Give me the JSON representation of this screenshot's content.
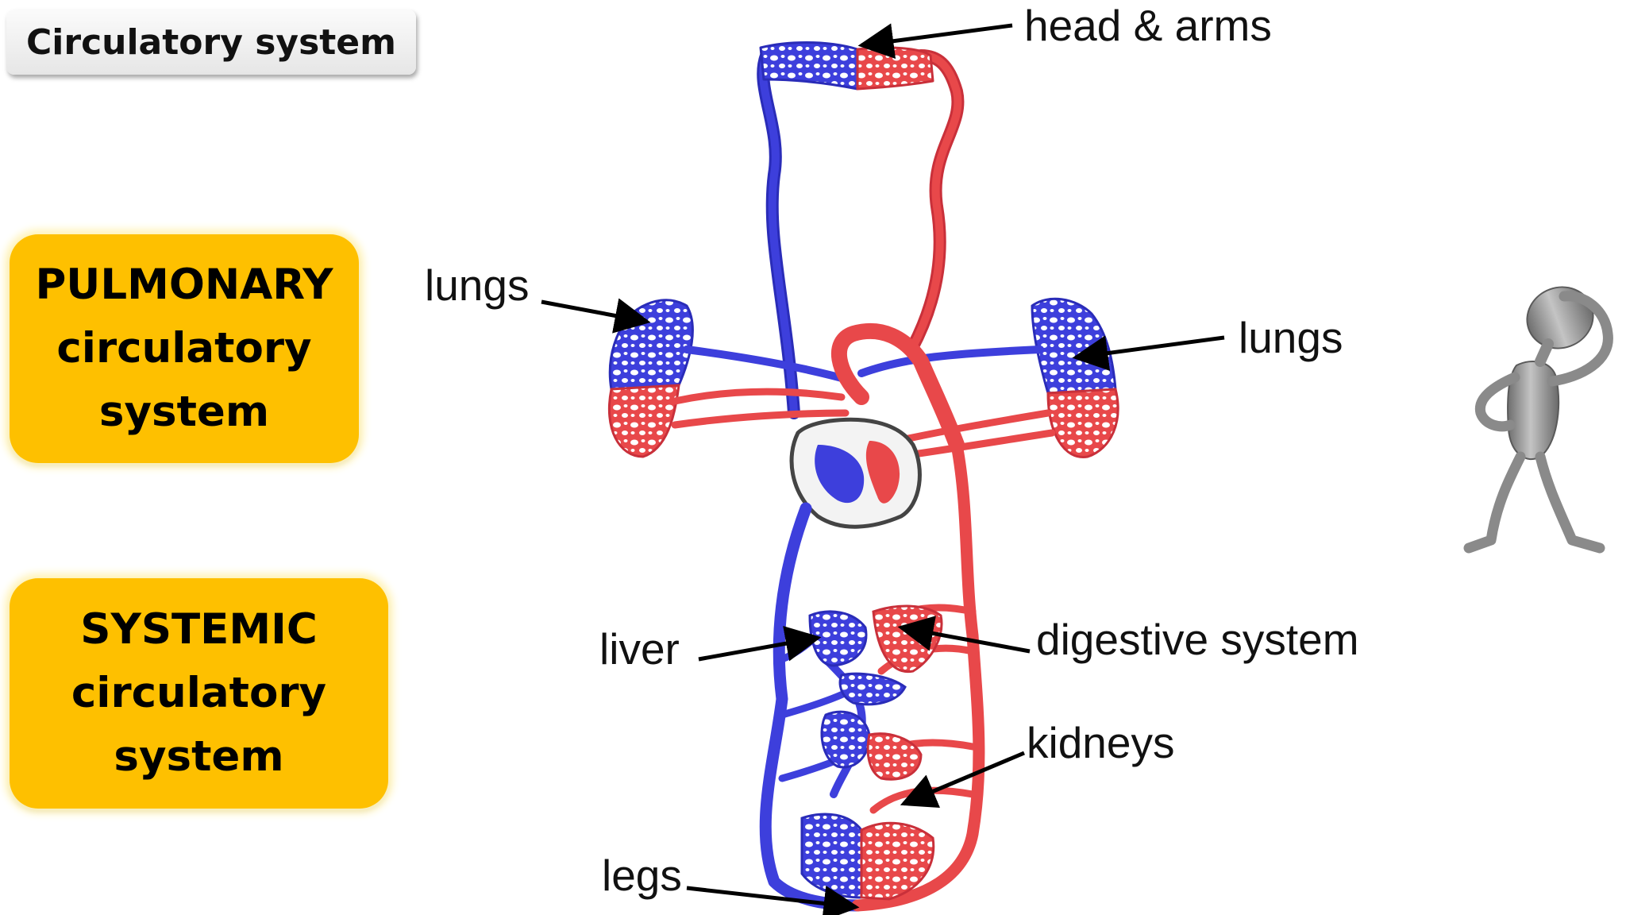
{
  "title": "Circulatory system",
  "boxes": {
    "pulmonary": [
      "PULMONARY",
      "circulatory",
      "system"
    ],
    "systemic": [
      "SYSTEMIC",
      "circulatory",
      "system"
    ]
  },
  "labels": {
    "head_arms": "head & arms",
    "lungs_left": "lungs",
    "lungs_right": "lungs",
    "liver": "liver",
    "digestive": "digestive system",
    "kidneys": "kidneys",
    "legs": "legs"
  },
  "colors": {
    "oxygenated": "#e8484a",
    "deoxygenated": "#3d3fdc",
    "box_fill": "#fec000",
    "figure": "#8a8a8a"
  },
  "icons": {
    "figure": "thinking-person-icon"
  }
}
